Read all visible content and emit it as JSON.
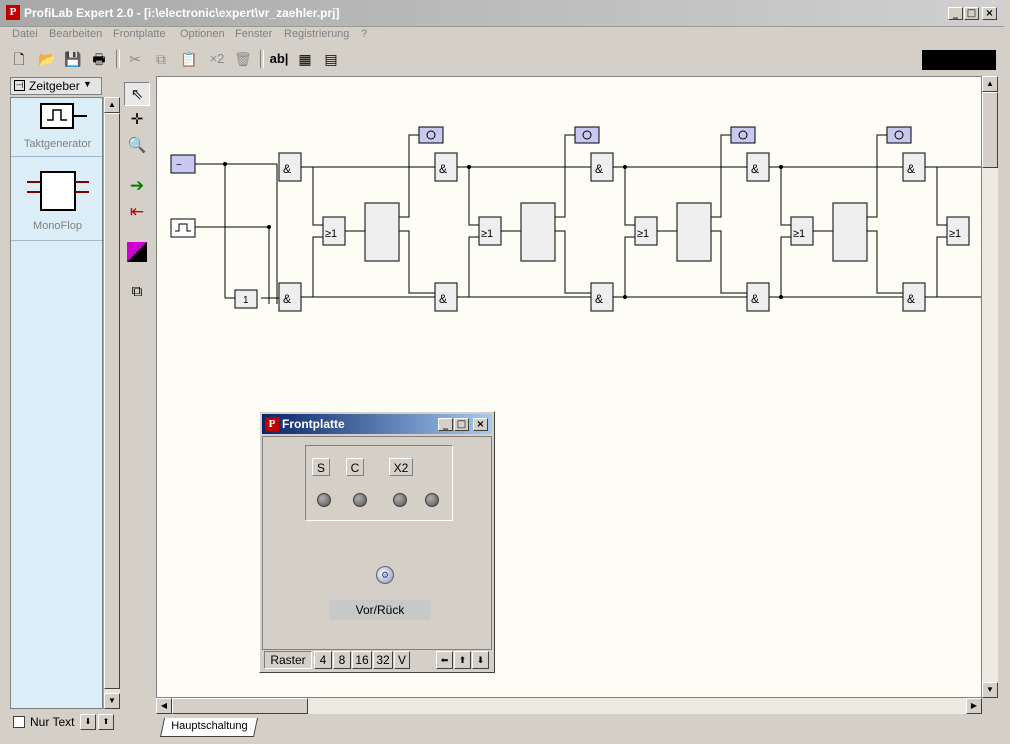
{
  "window": {
    "title": "ProfiLab Expert 2.0 - [i:\\electronic\\expert\\vr_zaehler.prj]",
    "logo_letter": "P"
  },
  "menu": [
    "Datei",
    "Bearbeiten",
    "Frontplatte",
    "Optionen",
    "Fenster",
    "Registrierung",
    "?"
  ],
  "toolbar": {
    "text_tool_label": "ab|",
    "x2_label": "×2"
  },
  "library": {
    "category": "Zeitgeber",
    "items": [
      {
        "name": "Taktgenerator",
        "icon": "clock-generator-icon"
      },
      {
        "name": "MonoFlop",
        "icon": "monoflop-icon"
      }
    ],
    "only_text_label": "Nur Text"
  },
  "canvas": {
    "tab": "Hauptschaltung",
    "components": {
      "and_label": "&",
      "or_label": "≥1",
      "inverter_label": "1"
    }
  },
  "frontplatte": {
    "title": "Frontplatte",
    "led_labels": [
      "S",
      "C",
      "X2"
    ],
    "button_label": "Vor/Rück",
    "raster_label": "Raster",
    "raster_options": [
      "4",
      "8",
      "16",
      "32",
      "V"
    ]
  }
}
